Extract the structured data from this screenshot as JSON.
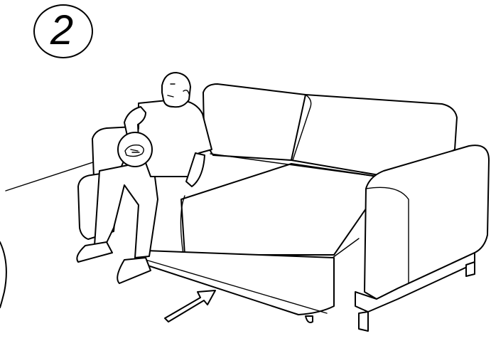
{
  "step": {
    "number": "2"
  },
  "icons": {
    "step_badge": "circled-step-number",
    "sofa": "sofa-bed-illustration",
    "person": "seated-person-illustration",
    "detail": "magnified-detail-circle",
    "arrow": "pull-direction-arrow"
  },
  "colors": {
    "line": "#000000",
    "background": "#ffffff"
  }
}
